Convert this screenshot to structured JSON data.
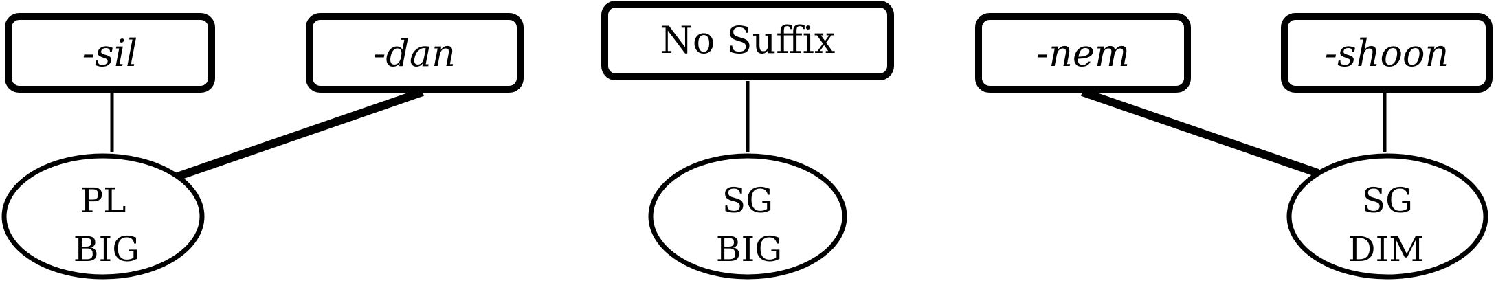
{
  "suffixes": {
    "sil": "-sil",
    "dan": "-dan",
    "none": "No Suffix",
    "nem": "-nem",
    "shoon": "-shoon"
  },
  "meanings": {
    "pl_big": {
      "num": "PL",
      "size": "BIG"
    },
    "sg_big": {
      "num": "SG",
      "size": "BIG"
    },
    "sg_dim": {
      "num": "SG",
      "size": "DIM"
    }
  },
  "links": [
    {
      "from": "sil",
      "to": "pl_big",
      "weight": "thin"
    },
    {
      "from": "dan",
      "to": "pl_big",
      "weight": "thick"
    },
    {
      "from": "none",
      "to": "sg_big",
      "weight": "thin"
    },
    {
      "from": "nem",
      "to": "sg_dim",
      "weight": "thick"
    },
    {
      "from": "shoon",
      "to": "sg_dim",
      "weight": "thin"
    }
  ]
}
